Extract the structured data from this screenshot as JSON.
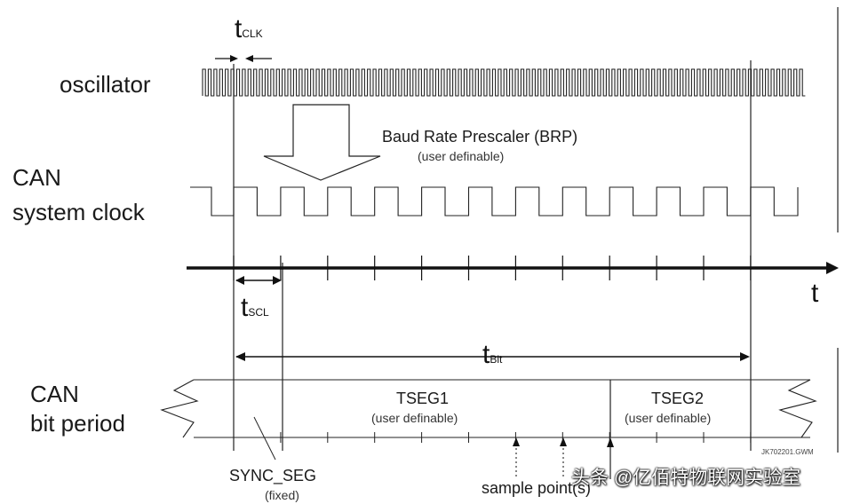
{
  "labels": {
    "oscillator": "oscillator",
    "can": "CAN",
    "system_clock": "system clock",
    "can2": "CAN",
    "bit_period": "bit period",
    "baud_rate_prescaler": "Baud Rate Prescaler (BRP)",
    "user_definable": "(user definable)",
    "time_axis": "t",
    "t_clk_main": "t",
    "t_clk_sub": "CLK",
    "t_scl_main": "t",
    "t_scl_sub": "SCL",
    "t_bit_main": "t",
    "t_bit_sub": "Bit",
    "tseg1": "TSEG1",
    "tseg1_note": "(user definable)",
    "tseg2": "TSEG2",
    "tseg2_note": "(user definable)",
    "sync_seg": "SYNC_SEG",
    "fixed": "(fixed)",
    "sample_points": "sample point(s)",
    "figure_code": "JK702201.GWM",
    "watermark": "头条 @亿佰特物联网实验室"
  },
  "colors": {
    "line": "#222222",
    "axis": "#111111",
    "arrow_fill": "#ffffff"
  }
}
